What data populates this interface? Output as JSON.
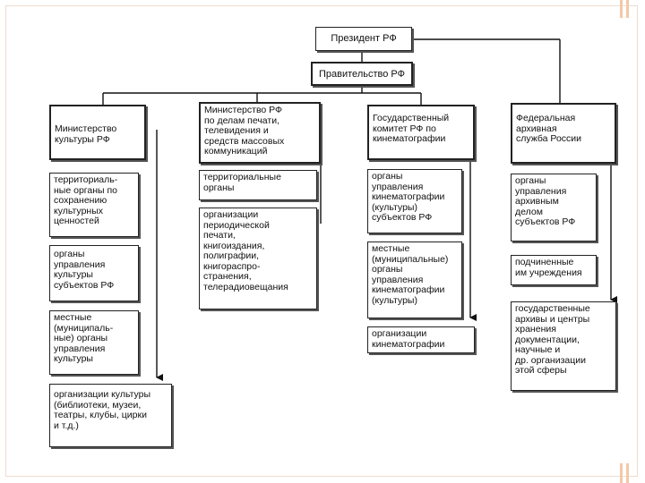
{
  "boxes": {
    "president": "Президент РФ",
    "government": "Правительство РФ",
    "ministry_culture": "Министерство\nкультуры РФ",
    "culture_territorial": "территориаль-\nные органы по\nсохранению\nкультурных\nценностей",
    "culture_subjects": "органы\nуправления\nкультуры\nсубъектов РФ",
    "culture_local": "местные\n(муниципаль-\nные) органы\nуправления\nкультуры",
    "culture_orgs": "организации культуры\n(библиотеки, музеи,\nтеатры, клубы, цирки\nи т.д.)",
    "ministry_press": "Министерство РФ\nпо делам печати,\nтелевидения и\nсредств массовых\nкоммуникаций",
    "press_territorial": "территориальные\nорганы",
    "press_orgs": "организации\nпериодической\nпечати,\nкнигоиздания,\nполиграфии,\nкнигораспро-\nстранения,\nтелерадиовещания",
    "cinema_committee": "Государственный\nкомитет РФ по\nкинематографии",
    "cinema_subjects": "органы\nуправления\nкинематографии\n(культуры)\nсубъектов РФ",
    "cinema_local": "местные\n(муниципальные)\nорганы\nуправления\nкинематографии\n(культуры)",
    "cinema_orgs": "организации\nкинематографии",
    "archive_service": "Федеральная\nархивная\nслужба России",
    "archive_subjects": "органы\nуправления\nархивным\nделом\nсубъектов РФ",
    "archive_subordinate": "подчиненные\nим учреждения",
    "archive_state": "государственные\nархивы и центры\nхранения\nдокументации,\nнаучные и\nдр. организации\nэтой сферы"
  }
}
